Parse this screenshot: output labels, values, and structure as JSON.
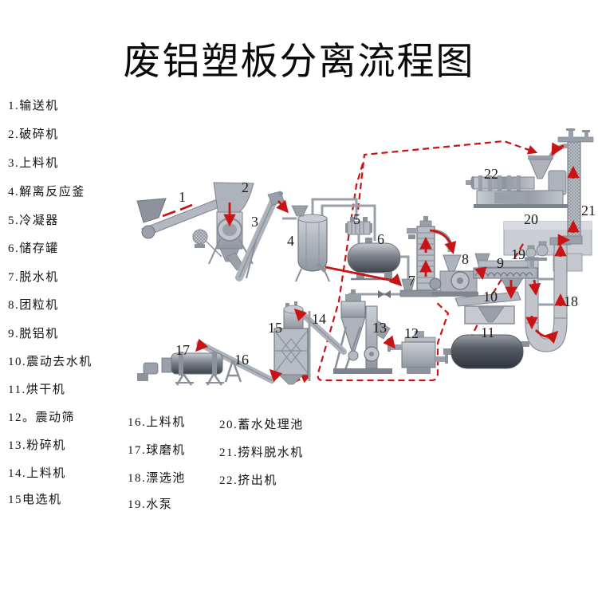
{
  "title": "废铝塑板分离流程图",
  "legend_left": {
    "items": [
      "1.输送机",
      "2.破碎机",
      "3.上料机",
      "4.解离反应釜",
      "5.冷凝器",
      "6.储存罐",
      "7.脱水机",
      "8.团粒机",
      "9.脱铝机",
      "10.震动去水机",
      "11.烘干机",
      "12。震动筛",
      "13.粉碎机",
      "14.上料机",
      "15电选机"
    ]
  },
  "legend_bottom": {
    "col1": [
      "16.上料机",
      "17.球磨机",
      "18.漂选池",
      "19.水泵"
    ],
    "col2": [
      "20.蓄水处理池",
      "21.捞料脱水机",
      "22.挤出机"
    ]
  },
  "diagram": {
    "machine_numbers": [
      "1",
      "2",
      "3",
      "4",
      "5",
      "6",
      "7",
      "8",
      "9",
      "10",
      "11",
      "12",
      "13",
      "14",
      "15",
      "16",
      "17",
      "18",
      "19",
      "20",
      "21",
      "22"
    ],
    "colors": {
      "flow_red": "#c81414",
      "metal": "#aeb2bb",
      "metal_dark": "#7e838d",
      "tank_dark": "#3d424b",
      "pool_gray": "#caced4"
    }
  }
}
